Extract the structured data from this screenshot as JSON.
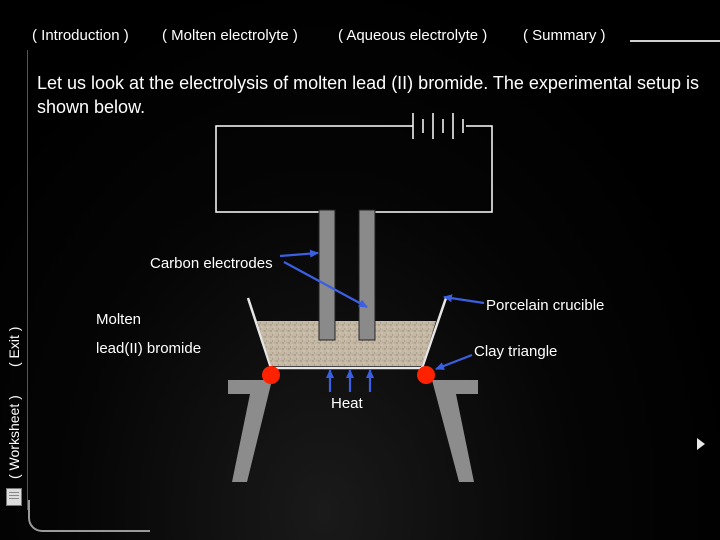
{
  "nav": {
    "introduction": "( Introduction )",
    "molten": "( Molten electrolyte )",
    "aqueous": "( Aqueous electrolyte )",
    "summary": "( Summary )",
    "worksheet": "( Worksheet )",
    "exit": "( Exit )"
  },
  "content": {
    "intro_text": "Let us look at the electrolysis of molten lead (II) bromide. The experimental setup is shown below."
  },
  "diagram": {
    "label_electrodes": "Carbon electrodes",
    "label_crucible": "Porcelain crucible",
    "label_molten_line1": "Molten",
    "label_molten_line2": "lead(II) bromide",
    "label_clay": "Clay triangle",
    "label_heat": "Heat"
  },
  "colors": {
    "background": "#000000",
    "arrow": "#3a5fe0",
    "clay_dot": "#ff2200",
    "stand": "#8c8c8c",
    "electrode": "#8a8a8a",
    "electrolyte": "#c8bba8"
  },
  "icons": {
    "next": "triangle-right-icon",
    "worksheet": "worksheet-icon"
  }
}
